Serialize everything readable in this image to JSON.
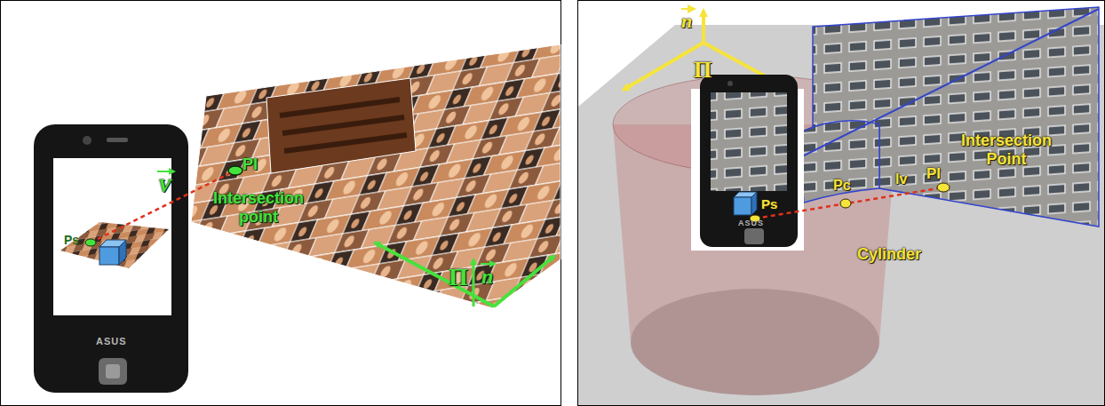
{
  "diagram": {
    "labels": [
      "V",
      "PI",
      "Intersection point",
      "Ps",
      "ASUS",
      "Π",
      "n",
      "n",
      "Π",
      "Ps",
      "Pc",
      "lv",
      "PI",
      "Intersection Point",
      "Cylinder",
      "ASUS"
    ]
  }
}
